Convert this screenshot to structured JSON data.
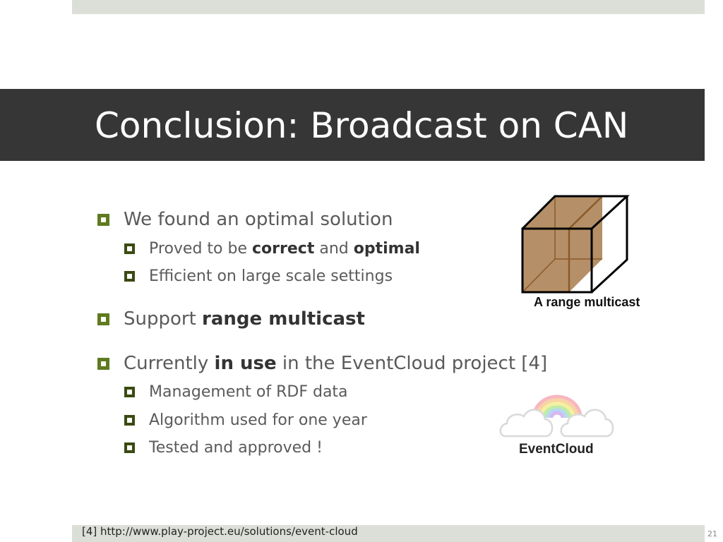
{
  "slide": {
    "title": "Conclusion: Broadcast on CAN",
    "bullets": {
      "b1": "We found an optimal solution",
      "b1_1_pre": "Proved to be ",
      "b1_1_bold1": "correct",
      "b1_1_mid": " and ",
      "b1_1_bold2": "optimal",
      "b1_2": "Efficient on large scale settings",
      "b2_pre": "Support ",
      "b2_bold": "range multicast",
      "b3_pre": "Currently ",
      "b3_bold": "in use",
      "b3_post": " in the EventCloud project [4]",
      "b3_1": "Management of RDF data",
      "b3_2": "Algorithm used for one year",
      "b3_3": "Tested and approved !"
    },
    "cube_caption": "A range multicast",
    "cloud_caption": "EventCloud",
    "footnote": "[4] http://www.play-project.eu/solutions/event-cloud",
    "page_number": "21"
  },
  "colors": {
    "title_band": "#363636",
    "bullet_box_l1": "#5f7b1e",
    "bullet_box_l2": "#3a4a12",
    "cube_fill": "#a0703c"
  },
  "icons": [
    "range-multicast-cube-figure",
    "eventcloud-logo"
  ]
}
